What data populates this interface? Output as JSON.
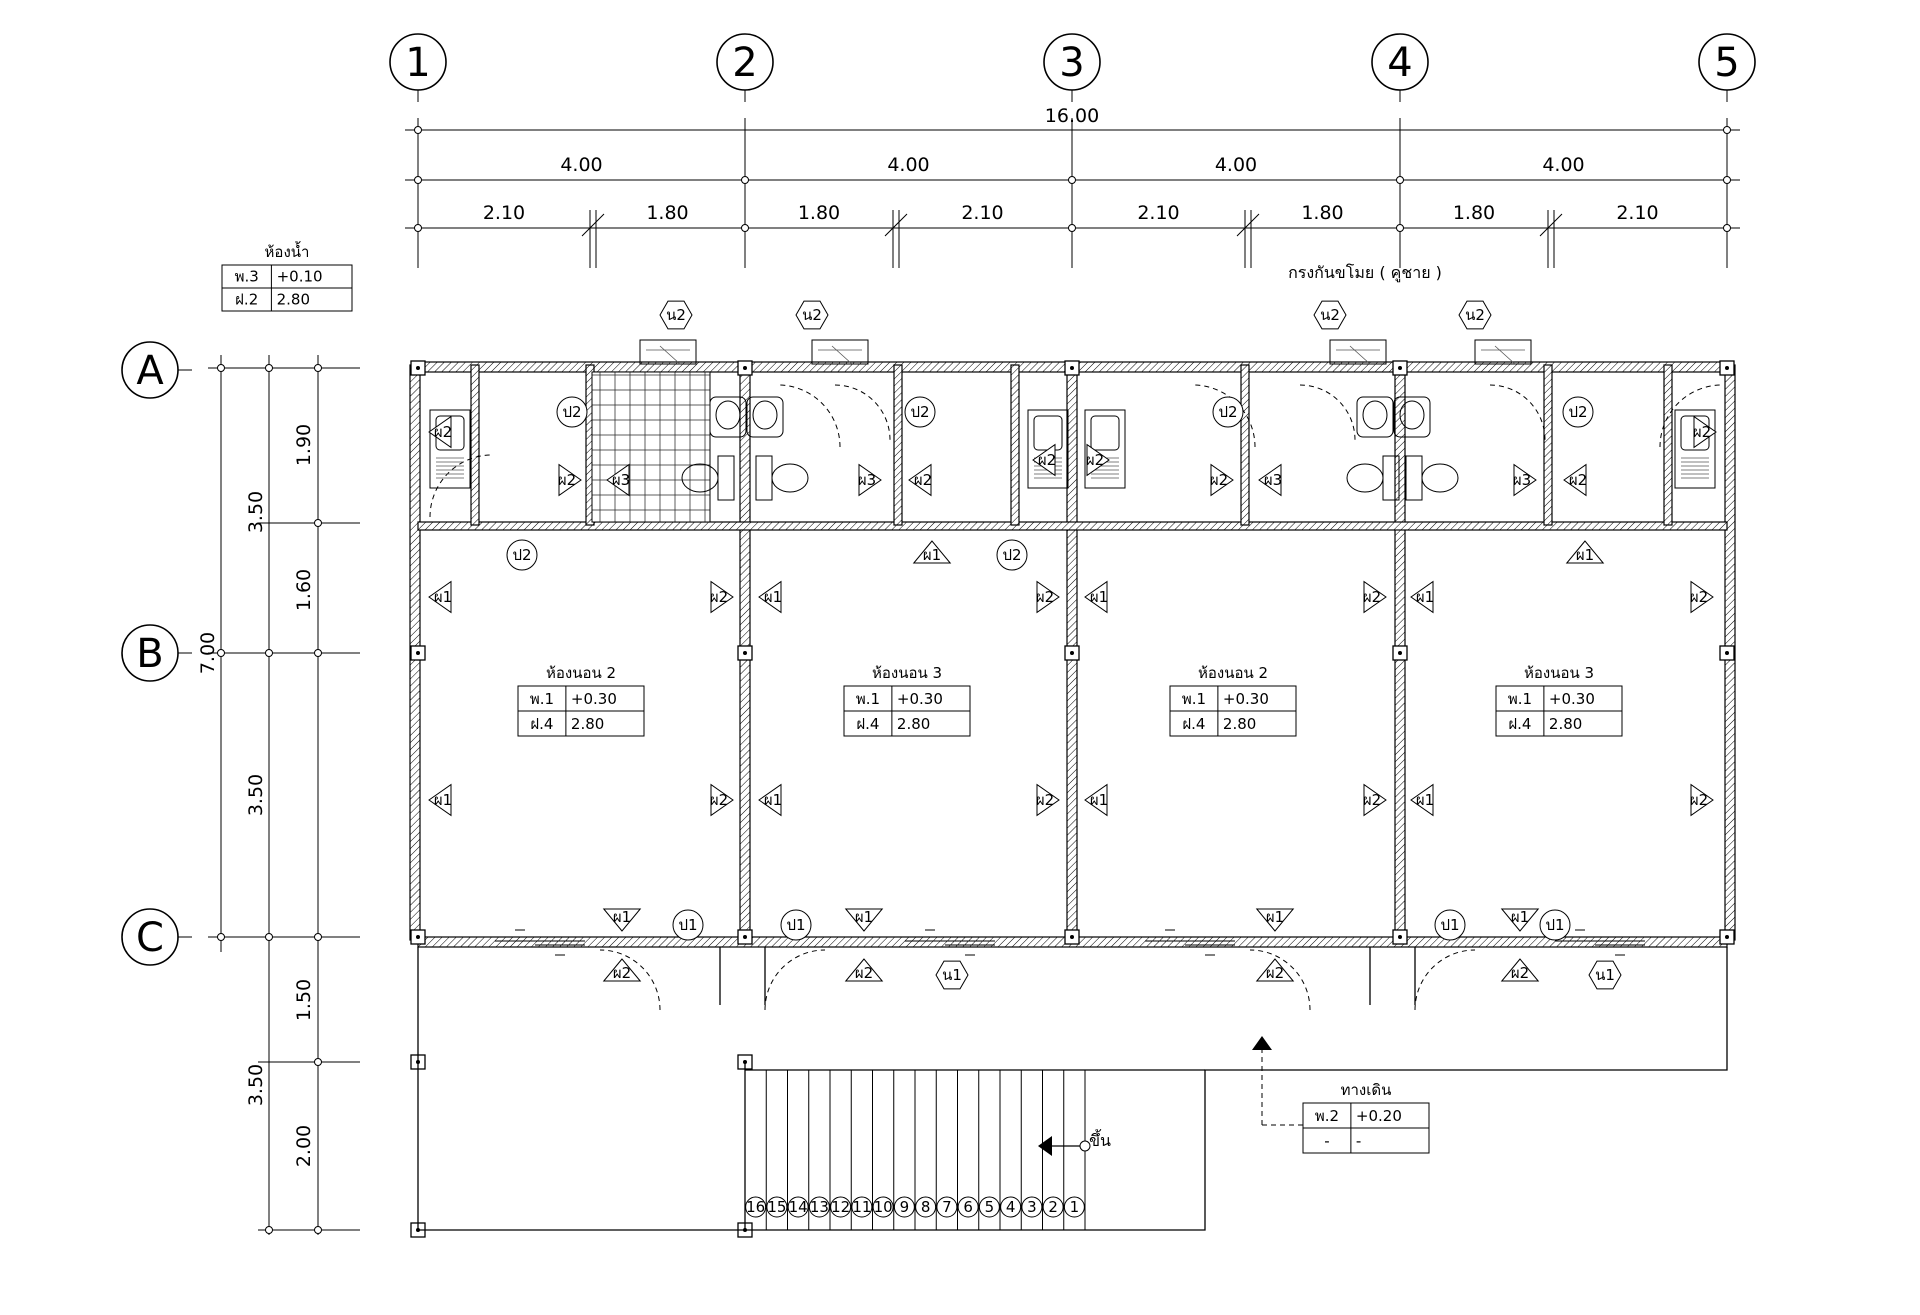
{
  "grid": {
    "columns": [
      "1",
      "2",
      "3",
      "4",
      "5"
    ],
    "rows": [
      "A",
      "B",
      "C"
    ]
  },
  "dimensions": {
    "overall": "16.00",
    "bays": [
      "4.00",
      "4.00",
      "4.00",
      "4.00"
    ],
    "sub_bays": [
      "2.10",
      "1.80",
      "1.80",
      "2.10",
      "2.10",
      "1.80",
      "1.80",
      "2.10"
    ],
    "overall_depth": "7.00",
    "depth_bays": [
      "3.50",
      "3.50",
      "3.50"
    ],
    "depth_sub": [
      "1.90",
      "1.60",
      "1.50",
      "2.00"
    ]
  },
  "labels": {
    "top_note": "กรงกันขโมย ( คูชาย )",
    "up": "ขึ้น"
  },
  "room_tables": [
    {
      "name": "ห้องน้ำ",
      "rows": [
        [
          "พ.3",
          "+0.10"
        ],
        [
          "ฝ.2",
          "2.80"
        ]
      ]
    },
    {
      "name": "ห้องนอน 2",
      "rows": [
        [
          "พ.1",
          "+0.30"
        ],
        [
          "ฝ.4",
          "2.80"
        ]
      ]
    },
    {
      "name": "ห้องนอน 3",
      "rows": [
        [
          "พ.1",
          "+0.30"
        ],
        [
          "ฝ.4",
          "2.80"
        ]
      ]
    },
    {
      "name": "ห้องนอน 2",
      "rows": [
        [
          "พ.1",
          "+0.30"
        ],
        [
          "ฝ.4",
          "2.80"
        ]
      ]
    },
    {
      "name": "ห้องนอน 3",
      "rows": [
        [
          "พ.1",
          "+0.30"
        ],
        [
          "ฝ.4",
          "2.80"
        ]
      ]
    },
    {
      "name": "ทางเดิน",
      "rows": [
        [
          "พ.2",
          "+0.20"
        ],
        [
          "-",
          "-"
        ]
      ]
    }
  ],
  "tags": {
    "window_n2": "น2",
    "window_n1": "น1",
    "door_p1": "ป1",
    "door_p2": "ป2",
    "wall_f1": "ผ1",
    "wall_f2": "ผ2",
    "wall_f3": "ผ3"
  },
  "stair_steps": [
    "16",
    "15",
    "14",
    "13",
    "12",
    "11",
    "10",
    "9",
    "8",
    "7",
    "6",
    "5",
    "4",
    "3",
    "2",
    "1"
  ]
}
